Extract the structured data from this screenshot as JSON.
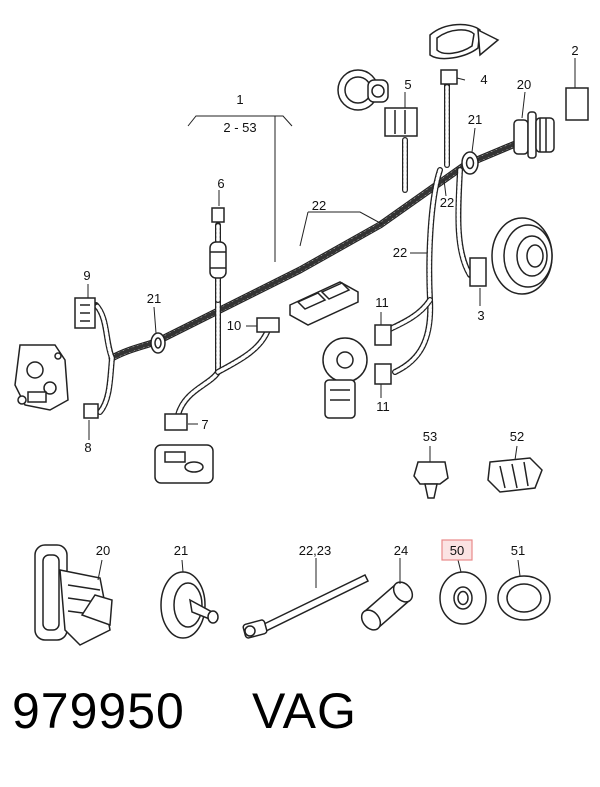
{
  "diagram": {
    "group_label": {
      "number": "1",
      "range": "2 - 53"
    },
    "callouts": {
      "c2": "2",
      "c3": "3",
      "c4": "4",
      "c5": "5",
      "c6": "6",
      "c7": "7",
      "c8": "8",
      "c9": "9",
      "c10": "10",
      "c11a": "11",
      "c11b": "11",
      "c20": "20",
      "c21a": "21",
      "c21b": "21",
      "c22a": "22",
      "c22b": "22",
      "c22c": "22",
      "c52": "52",
      "c53": "53"
    },
    "parts_row": [
      {
        "id": "p20",
        "label": "20"
      },
      {
        "id": "p21",
        "label": "21"
      },
      {
        "id": "p2223",
        "label": "22,23"
      },
      {
        "id": "p24",
        "label": "24"
      },
      {
        "id": "p50",
        "label": "50",
        "highlighted": true
      },
      {
        "id": "p51",
        "label": "51"
      }
    ],
    "highlight_color": "#e88a8a",
    "highlight_fill": "#fbe3e3"
  },
  "footer": {
    "part_number": "979950",
    "brand": "VAG"
  }
}
